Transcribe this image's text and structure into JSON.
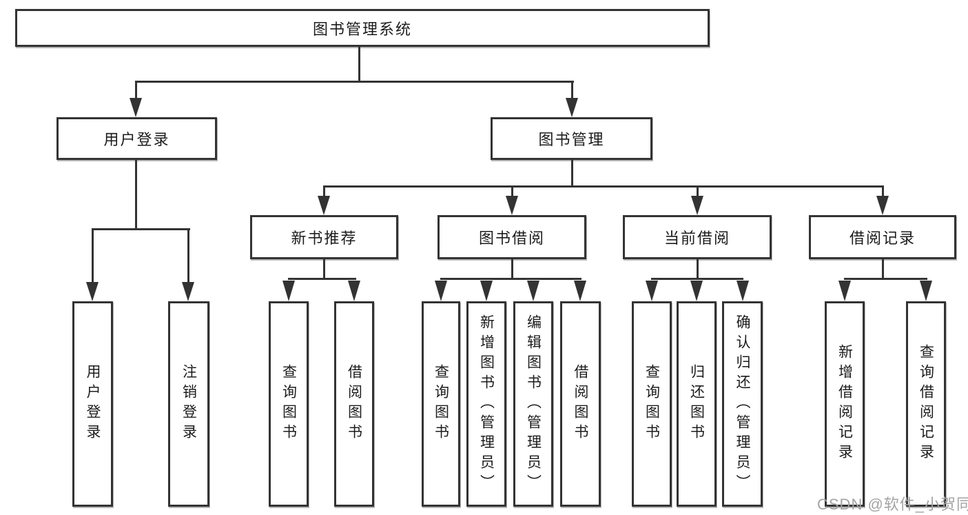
{
  "tree": {
    "root": {
      "label": "图书管理系统",
      "children": [
        {
          "label": "用户登录",
          "children": [
            {
              "label": "用户登录"
            },
            {
              "label": "注销登录"
            }
          ]
        },
        {
          "label": "图书管理",
          "children": [
            {
              "label": "新书推荐",
              "children": [
                {
                  "label": "查询图书"
                },
                {
                  "label": "借阅图书"
                }
              ]
            },
            {
              "label": "图书借阅",
              "children": [
                {
                  "label": "查询图书"
                },
                {
                  "label": "新增图书（管理员）"
                },
                {
                  "label": "编辑图书（管理员）"
                },
                {
                  "label": "借阅图书"
                }
              ]
            },
            {
              "label": "当前借阅",
              "children": [
                {
                  "label": "查询图书"
                },
                {
                  "label": "归还图书"
                },
                {
                  "label": "确认归还（管理员）"
                }
              ]
            },
            {
              "label": "借阅记录",
              "children": [
                {
                  "label": "新增借阅记录"
                },
                {
                  "label": "查询借阅记录"
                }
              ]
            }
          ]
        }
      ]
    }
  },
  "watermark": {
    "text": "CSDN @软件_小贺同学"
  },
  "colors": {
    "line": "#333333",
    "text": "#1c1c1c",
    "watermark": "#a3a3a3",
    "background": "#ffffff"
  }
}
